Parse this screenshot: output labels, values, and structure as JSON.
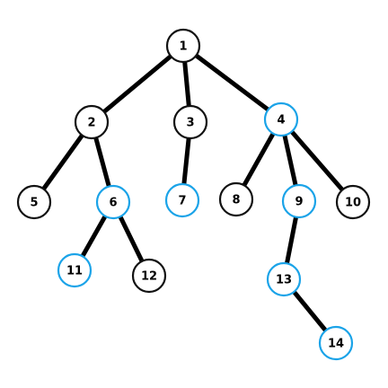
{
  "colors": {
    "edge": "#000000",
    "normal_stroke": "#111111",
    "highlight_stroke": "#1aa3e8"
  },
  "nodes": [
    {
      "id": "1",
      "highlighted": false
    },
    {
      "id": "2",
      "highlighted": false
    },
    {
      "id": "3",
      "highlighted": false
    },
    {
      "id": "4",
      "highlighted": true
    },
    {
      "id": "5",
      "highlighted": false
    },
    {
      "id": "6",
      "highlighted": true
    },
    {
      "id": "7",
      "highlighted": true
    },
    {
      "id": "8",
      "highlighted": false
    },
    {
      "id": "9",
      "highlighted": true
    },
    {
      "id": "10",
      "highlighted": false
    },
    {
      "id": "11",
      "highlighted": true
    },
    {
      "id": "12",
      "highlighted": false
    },
    {
      "id": "13",
      "highlighted": true
    },
    {
      "id": "14",
      "highlighted": true
    }
  ],
  "edges": [
    {
      "from": "1",
      "to": "2"
    },
    {
      "from": "1",
      "to": "3"
    },
    {
      "from": "1",
      "to": "4"
    },
    {
      "from": "2",
      "to": "5"
    },
    {
      "from": "2",
      "to": "6"
    },
    {
      "from": "3",
      "to": "7"
    },
    {
      "from": "4",
      "to": "8"
    },
    {
      "from": "4",
      "to": "9"
    },
    {
      "from": "4",
      "to": "10"
    },
    {
      "from": "6",
      "to": "11"
    },
    {
      "from": "6",
      "to": "12"
    },
    {
      "from": "9",
      "to": "13"
    },
    {
      "from": "13",
      "to": "14"
    }
  ]
}
